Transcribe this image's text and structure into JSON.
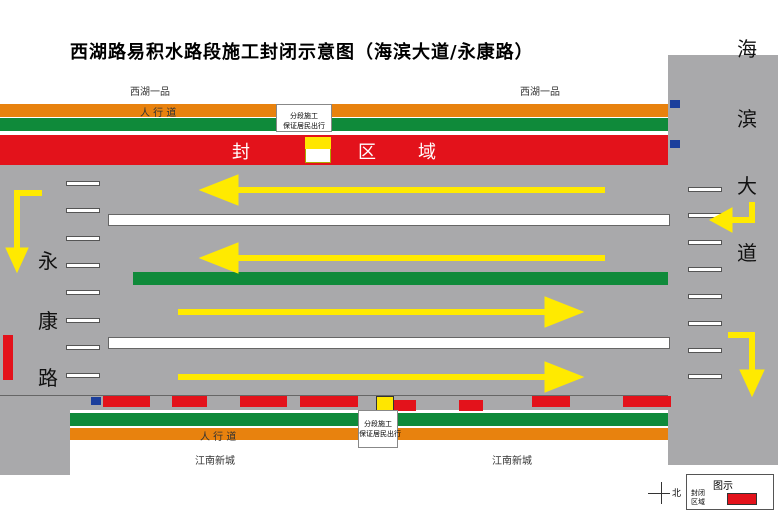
{
  "title": "西湖路易积水路段施工封闭示意图（海滨大道/永康路）",
  "labels": {
    "top_left": "西湖一品",
    "top_right": "西湖一品",
    "sidewalk_top": "人  行  道",
    "sidewalk_bottom": "人  行  道",
    "closed_zone_1": "封",
    "closed_zone_2": "区",
    "closed_zone_3": "域",
    "bottom_left": "江南新城",
    "bottom_right": "江南新城"
  },
  "roads": {
    "right": [
      "海",
      "滨",
      "大",
      "道"
    ],
    "left": [
      "永",
      "康",
      "路"
    ]
  },
  "notice": {
    "top": "分段施工\n保证居民出行",
    "bottom": "分段施工\n保证居民出行"
  },
  "legend": {
    "title": "图示",
    "item": "封闭\n区域",
    "north": "北"
  },
  "colors": {
    "closed": "#e3121b",
    "green": "#0f8a3a",
    "orange": "#e8820e",
    "arrow": "#ffea00"
  }
}
